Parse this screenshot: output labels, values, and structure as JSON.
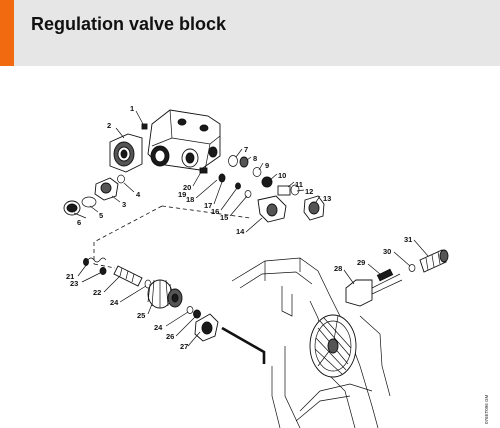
{
  "header": {
    "title": "Regulation valve block",
    "accent_color": "#f26a10",
    "background_color": "#e6e6e6"
  },
  "diagram": {
    "image_code": "076ET096 GM",
    "callouts": [
      "1",
      "2",
      "3",
      "4",
      "5",
      "6",
      "7",
      "8",
      "9",
      "10",
      "11",
      "12",
      "13",
      "14",
      "15",
      "16",
      "17",
      "18",
      "19",
      "20",
      "21",
      "22",
      "23",
      "24",
      "24",
      "25",
      "26",
      "27",
      "28",
      "29",
      "30",
      "31"
    ]
  }
}
